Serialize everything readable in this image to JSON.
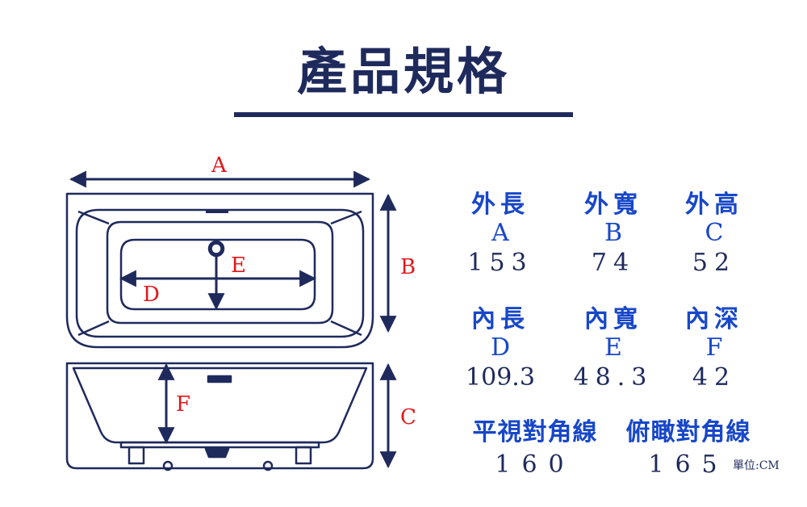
{
  "title": "產品規格",
  "diagram_labels": {
    "a": "A",
    "b": "B",
    "c": "C",
    "d": "D",
    "e": "E",
    "f": "F"
  },
  "specs": [
    {
      "name": "外長",
      "code": "A",
      "value": "153"
    },
    {
      "name": "外寬",
      "code": "B",
      "value": "74"
    },
    {
      "name": "外高",
      "code": "C",
      "value": "52"
    },
    {
      "name": "內長",
      "code": "D",
      "value": "109.3"
    },
    {
      "name": "內寬",
      "code": "E",
      "value": "48.3"
    },
    {
      "name": "內深",
      "code": "F",
      "value": "42"
    }
  ],
  "diagonals": [
    {
      "name": "平視對角線",
      "value": "160"
    },
    {
      "name": "俯瞰對角線",
      "value": "165"
    }
  ],
  "unit": "單位:CM",
  "colors": {
    "navy": "#1f2a5c",
    "blue": "#1747c9",
    "red": "#e0181c"
  }
}
